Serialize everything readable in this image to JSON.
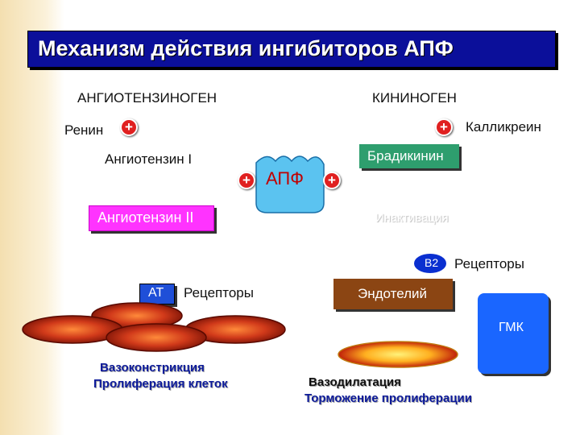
{
  "title": "Механизм действия ингибиторов АПФ",
  "nodes": {
    "angiotensinogen": "АНГИОТЕНЗИНОГЕН",
    "kininogen": "КИНИНОГЕН",
    "renin": "Ренин",
    "kallikrein": "Калликреин",
    "angiotensin1": "Ангиотензин I",
    "bradykinin": "Брадикинин",
    "ace": "АПФ",
    "angiotensin2": "Ангиотензин II",
    "inactivation": "Инактивация",
    "b2": "B2",
    "b2_receptors": "Рецепторы",
    "at": "AT",
    "at_receptors": "Рецепторы",
    "endothelium": "Эндотелий",
    "smc": "ГМК"
  },
  "effects": {
    "vasoconstriction": "Вазоконстрикция",
    "proliferation": "Пролиферация клеток",
    "vasodilation": "Вазодилатация",
    "inhibition": "Торможение пролиферации"
  },
  "plus_sign": "+",
  "colors": {
    "title_bg": "#0b0f9a",
    "ace_blob": "#5bc3f0",
    "angiotensin2_box": "#ff33ff",
    "bradykinin_box": "#2e9e6e",
    "endothelium_box": "#8b4513",
    "smc_box": "#1a66ff",
    "plus": "#e02020"
  }
}
